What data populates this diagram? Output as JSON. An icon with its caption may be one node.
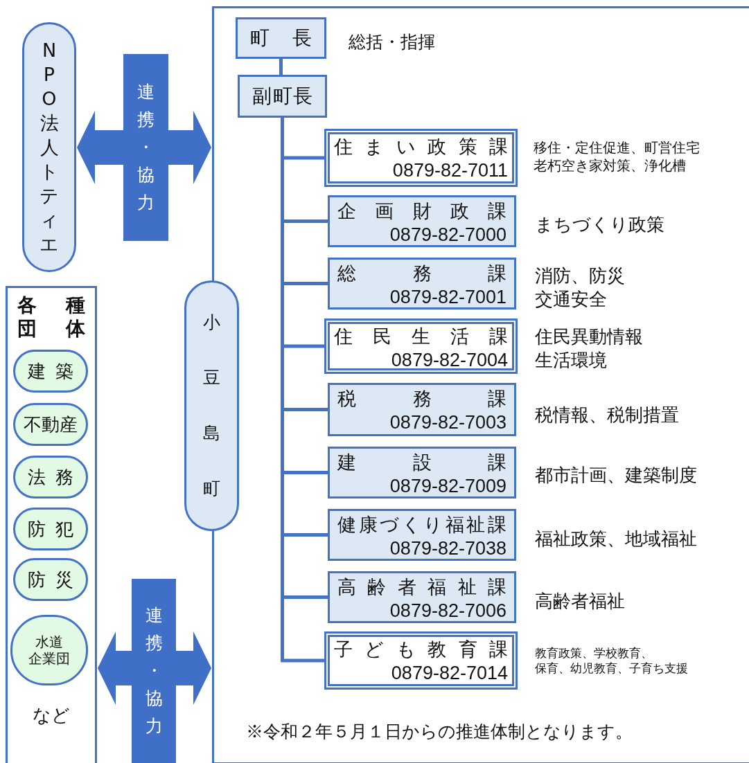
{
  "diagram": {
    "nodes": [
      {
        "text": [
          "NPO法人トティエ"
        ]
      },
      {
        "text": [
          "各種団体",
          "など"
        ]
      },
      {
        "text": [
          "建築"
        ],
        "in": 1
      },
      {
        "text": [
          "不動産"
        ],
        "in": 1
      },
      {
        "text": [
          "法務"
        ],
        "in": 1
      },
      {
        "text": [
          "防犯"
        ],
        "in": 1
      },
      {
        "text": [
          "防災"
        ],
        "in": 1
      },
      {
        "text": [
          "水道企業団"
        ],
        "in": 1
      },
      {
        "text": [],
        "shape": "box"
      },
      {
        "text": [
          "小豆島町"
        ]
      },
      {
        "text": [
          "町長"
        ],
        "beside": [
          "総括・指揮"
        ],
        "in": 8
      },
      {
        "text": [
          "副町長"
        ],
        "in": 8
      },
      {
        "text": [
          "住まい政策課",
          "0879-82-7011"
        ],
        "beside": [
          "移住・定住促進、町営住宅老朽空き家対策、浄化槽"
        ],
        "in": 8
      },
      {
        "text": [
          "企画財政課",
          "0879-82-7000"
        ],
        "beside": [
          "まちづくり政策"
        ],
        "in": 8
      },
      {
        "text": [
          "総務課",
          "0879-82-7001"
        ],
        "beside": [
          "消防、防災交通安全"
        ],
        "in": 8
      },
      {
        "text": [
          "住民生活課",
          "0879-82-7004"
        ],
        "beside": [
          "住民異動情報生活環境"
        ],
        "in": 8
      },
      {
        "text": [
          "税務課",
          "0879-82-7003"
        ],
        "beside": [
          "税情報、税制措置"
        ],
        "in": 8
      },
      {
        "text": [
          "建設課",
          "0879-82-7009"
        ],
        "beside": [
          "都市計画、建築制度"
        ],
        "in": 8
      },
      {
        "text": [
          "健康づくり福祉課",
          "0879-82-7038"
        ],
        "beside": [
          "福祉政策、地域福祉"
        ],
        "in": 8
      },
      {
        "text": [
          "高齢者福祉課",
          "0879-82-7006"
        ],
        "beside": [
          "高齢者福祉"
        ],
        "in": 8
      },
      {
        "text": [
          "子ども教育課",
          "0879-82-7014"
        ],
        "beside": [
          "教育政策、学校教育、保育、幼児教育、子育ち支援"
        ],
        "in": 8
      }
    ],
    "edges": [
      {
        "from": 0,
        "to": 8,
        "arrow": "both",
        "label": "連携・協力",
        "style": "thick"
      },
      {
        "from": 1,
        "to": 8,
        "arrow": "both",
        "label": "連携・協力",
        "style": "thick"
      },
      {
        "from": 10,
        "to": 11,
        "arrow": "none"
      },
      {
        "from": 11,
        "to": 12,
        "arrow": "none"
      },
      {
        "from": 11,
        "to": 13,
        "arrow": "none"
      },
      {
        "from": 11,
        "to": 14,
        "arrow": "none"
      },
      {
        "from": 11,
        "to": 15,
        "arrow": "none"
      },
      {
        "from": 11,
        "to": 16,
        "arrow": "none"
      },
      {
        "from": 11,
        "to": 17,
        "arrow": "none"
      },
      {
        "from": 11,
        "to": 18,
        "arrow": "none"
      },
      {
        "from": 11,
        "to": 19,
        "arrow": "none"
      },
      {
        "from": 11,
        "to": 20,
        "arrow": "none"
      }
    ],
    "labels": [
      "※令和２年５月１日からの推進体制となります。"
    ]
  }
}
